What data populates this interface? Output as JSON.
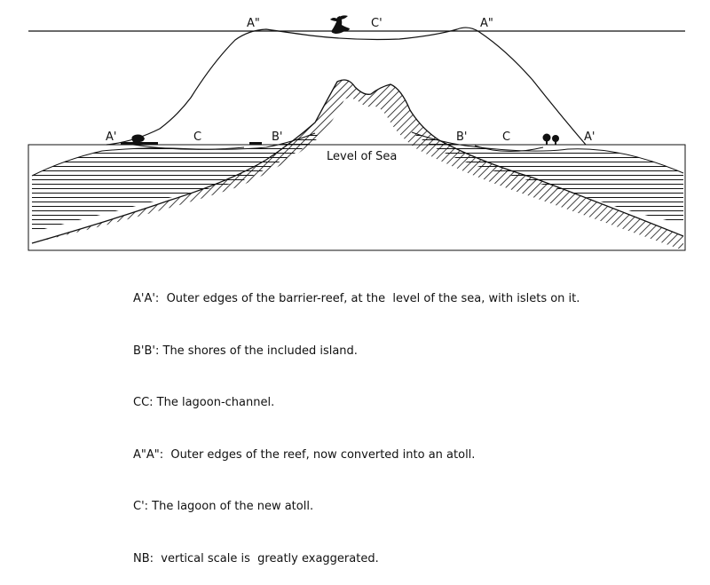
{
  "diagram": {
    "labels": {
      "a2_left": "A\"",
      "c_prime": "C'",
      "a2_right": "A\"",
      "a1_left": "A'",
      "c_left": "C",
      "b1_left": "B'",
      "b1_right": "B'",
      "c_right": "C",
      "a1_right": "A'",
      "sea_level": "Level of Sea"
    }
  },
  "legend": {
    "items": [
      "A'A':  Outer edges of the barrier-reef, at the  level of the sea, with islets on it.",
      "B'B': The shores of the included island.",
      "CC: The lagoon-channel.",
      "A\"A\":  Outer edges of the reef, now converted into an atoll.",
      "C': The lagoon of the new atoll.",
      "NB:  vertical scale is  greatly exaggerated."
    ]
  }
}
